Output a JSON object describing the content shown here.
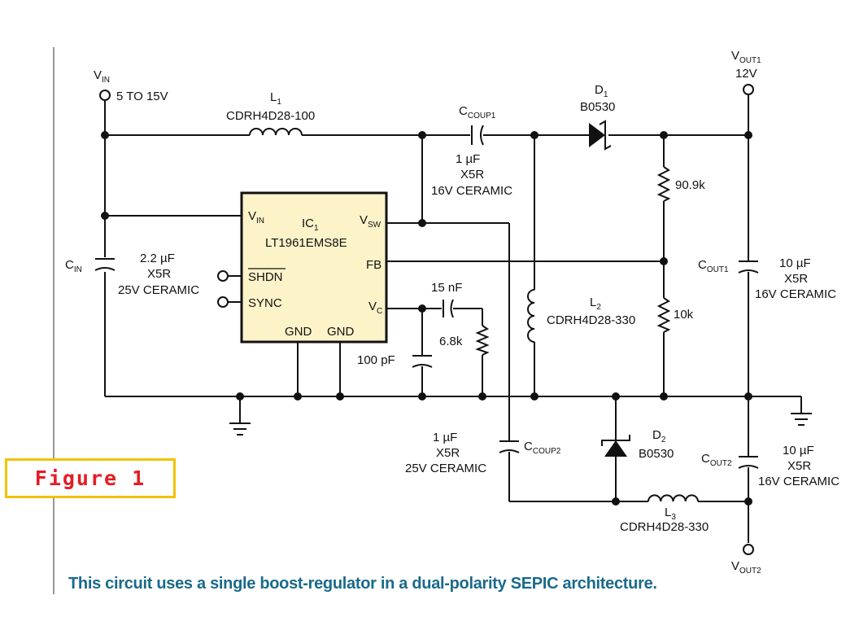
{
  "figure_label": "Figure 1",
  "caption": "This circuit uses a single boost-regulator in a dual-polarity SEPIC architecture.",
  "schematic": {
    "vin": {
      "name": "V",
      "sub": "IN",
      "value": "5 TO 15V"
    },
    "l1": {
      "name": "L",
      "sub": "1",
      "part": "CDRH4D28-100"
    },
    "ccoup1": {
      "name": "C",
      "sub": "COUP1",
      "v1": "1 µF",
      "v2": "X5R",
      "v3": "16V CERAMIC"
    },
    "d1": {
      "name": "D",
      "sub": "1",
      "part": "B0530"
    },
    "vout1": {
      "name": "V",
      "sub": "OUT1",
      "value": "12V"
    },
    "r_top": "90.9k",
    "r_bot": "10k",
    "cout1": {
      "name": "C",
      "sub": "OUT1",
      "v1": "10 µF",
      "v2": "X5R",
      "v3": "16V CERAMIC"
    },
    "cin": {
      "name": "C",
      "sub": "IN",
      "v1": "2.2 µF",
      "v2": "X5R",
      "v3": "25V CERAMIC"
    },
    "ic": {
      "name": "IC",
      "sub": "1",
      "part": "LT1961EMS8E"
    },
    "pins": {
      "vin": "V",
      "vin_sub": "IN",
      "vsw": "V",
      "vsw_sub": "SW",
      "fb": "FB",
      "shdn": "SHDN",
      "sync": "SYNC",
      "vc": "V",
      "vc_sub": "C",
      "gnd1": "GND",
      "gnd2": "GND"
    },
    "c_comp": "15 nF",
    "r_comp": "6.8k",
    "c_filter": "100 pF",
    "l2": {
      "name": "L",
      "sub": "2",
      "part": "CDRH4D28-330"
    },
    "ccoup2": {
      "name": "C",
      "sub": "COUP2",
      "v1": "1 µF",
      "v2": "X5R",
      "v3": "25V CERAMIC"
    },
    "d2": {
      "name": "D",
      "sub": "2",
      "part": "B0530"
    },
    "cout2": {
      "name": "C",
      "sub": "OUT2",
      "v1": "10 µF",
      "v2": "X5R",
      "v3": "16V CERAMIC"
    },
    "l3": {
      "name": "L",
      "sub": "3",
      "part": "CDRH4D28-330"
    },
    "vout2": {
      "name": "V",
      "sub": "OUT2"
    }
  }
}
